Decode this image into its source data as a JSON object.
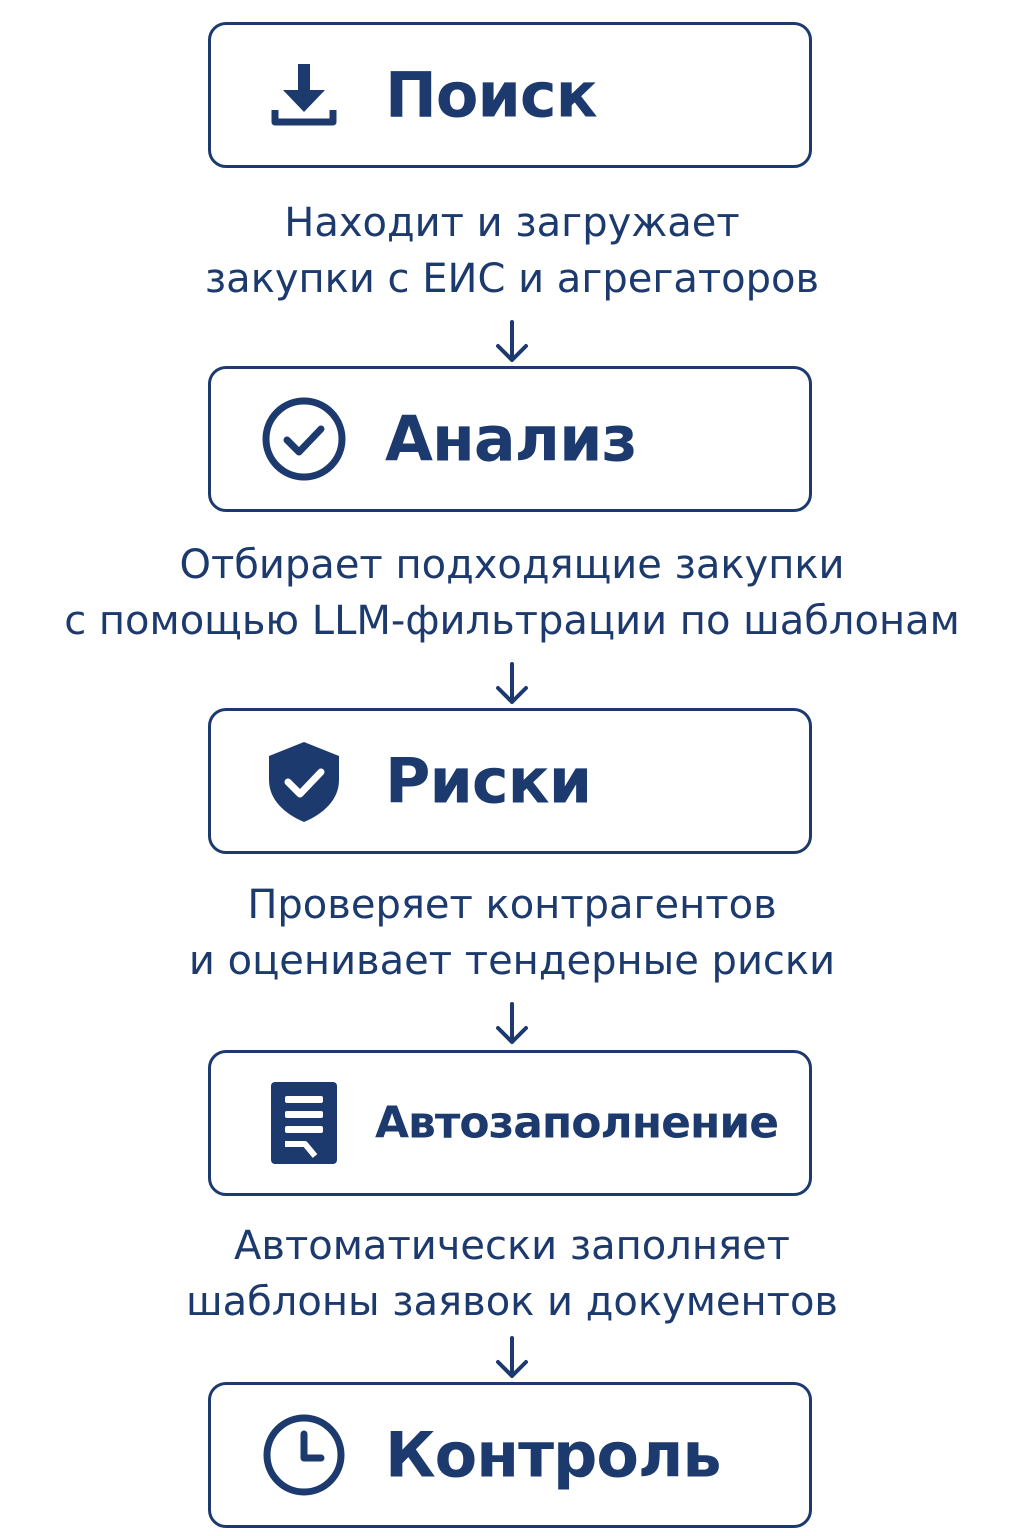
{
  "steps": [
    {
      "title": "Поиск",
      "icon": "download-icon",
      "description": [
        "Находит и загружает",
        "закупки с ЕИС и агрегаторов"
      ]
    },
    {
      "title": "Анализ",
      "icon": "check-circle-icon",
      "description": [
        "Отбирает подходящие закупки",
        "с помощью LLM-фильтрации по шаблонам"
      ]
    },
    {
      "title": "Риски",
      "icon": "shield-check-icon",
      "description": [
        "Проверяет контрагентов",
        "и оценивает тендерные риски"
      ]
    },
    {
      "title": "Автозаполнение",
      "icon": "document-form-icon",
      "description": [
        "Автоматически заполняет",
        "шаблоны заявок и документов"
      ]
    },
    {
      "title": "Контроль",
      "icon": "clock-icon",
      "description": []
    }
  ],
  "colors": {
    "primary": "#1c3a6e",
    "background": "#ffffff"
  }
}
